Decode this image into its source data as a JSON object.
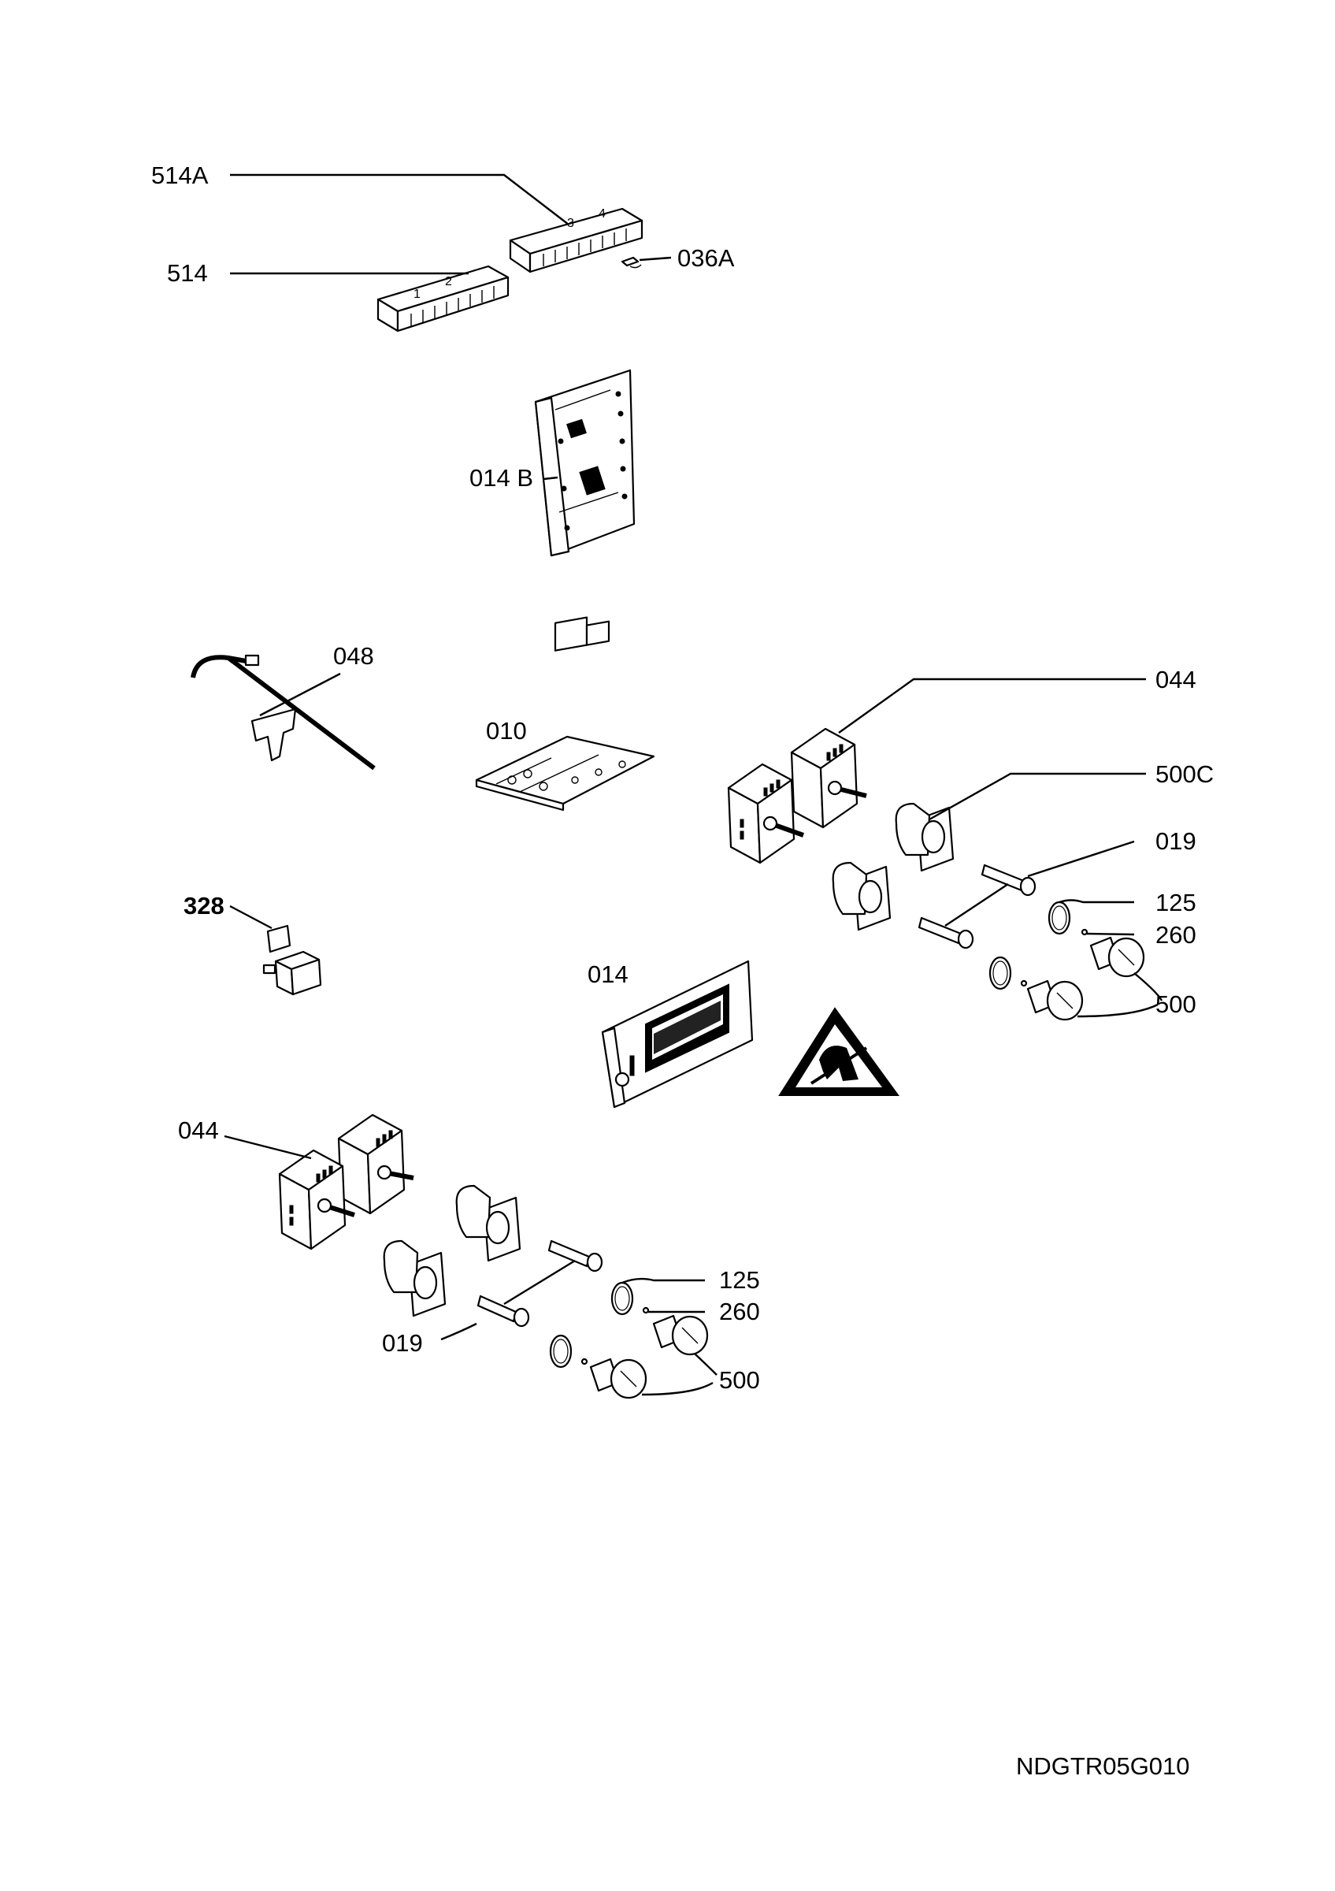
{
  "diagram": {
    "drawing_code": "NDGTR05G010",
    "labels": {
      "l514A": "514A",
      "l514": "514",
      "l036A": "036A",
      "l014B": "014 B",
      "l048": "048",
      "l010": "010",
      "l044_top": "044",
      "l500C": "500C",
      "l019_top": "019",
      "l125_top": "125",
      "l260_top": "260",
      "l500_top": "500",
      "l328": "328",
      "l014": "014",
      "l044_bottom": "044",
      "l125_bottom": "125",
      "l260_bottom": "260",
      "l500_bottom": "500",
      "l019_bottom": "019"
    },
    "icons": {
      "esd": "esd-warning-icon"
    }
  }
}
